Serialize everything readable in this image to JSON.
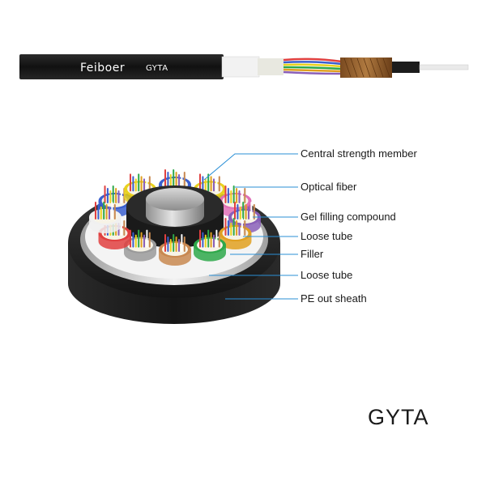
{
  "cable": {
    "brand": "Feiboer",
    "model_print": "GYTA"
  },
  "callouts": [
    {
      "id": "central-strength-member",
      "label": "Central strength member"
    },
    {
      "id": "optical-fiber",
      "label": "Optical fiber"
    },
    {
      "id": "gel-filling-compound",
      "label": "Gel filling compound"
    },
    {
      "id": "loose-tube-inner",
      "label": "Loose tube"
    },
    {
      "id": "filler",
      "label": "Filler"
    },
    {
      "id": "loose-tube-outer",
      "label": "Loose tube"
    },
    {
      "id": "pe-out-sheath",
      "label": "PE out sheath"
    }
  ],
  "title": "GYTA",
  "colors": {
    "leader_line": "#2a8fd6",
    "sheath": "#1c1c1c",
    "tube_colors": [
      "#3a5fcf",
      "#e9d11f",
      "#e070b8",
      "#8a5fb8",
      "#e0a020",
      "#2ea84a",
      "#c88850",
      "#9a9a9a",
      "#e04040",
      "#f0f0f0"
    ]
  }
}
